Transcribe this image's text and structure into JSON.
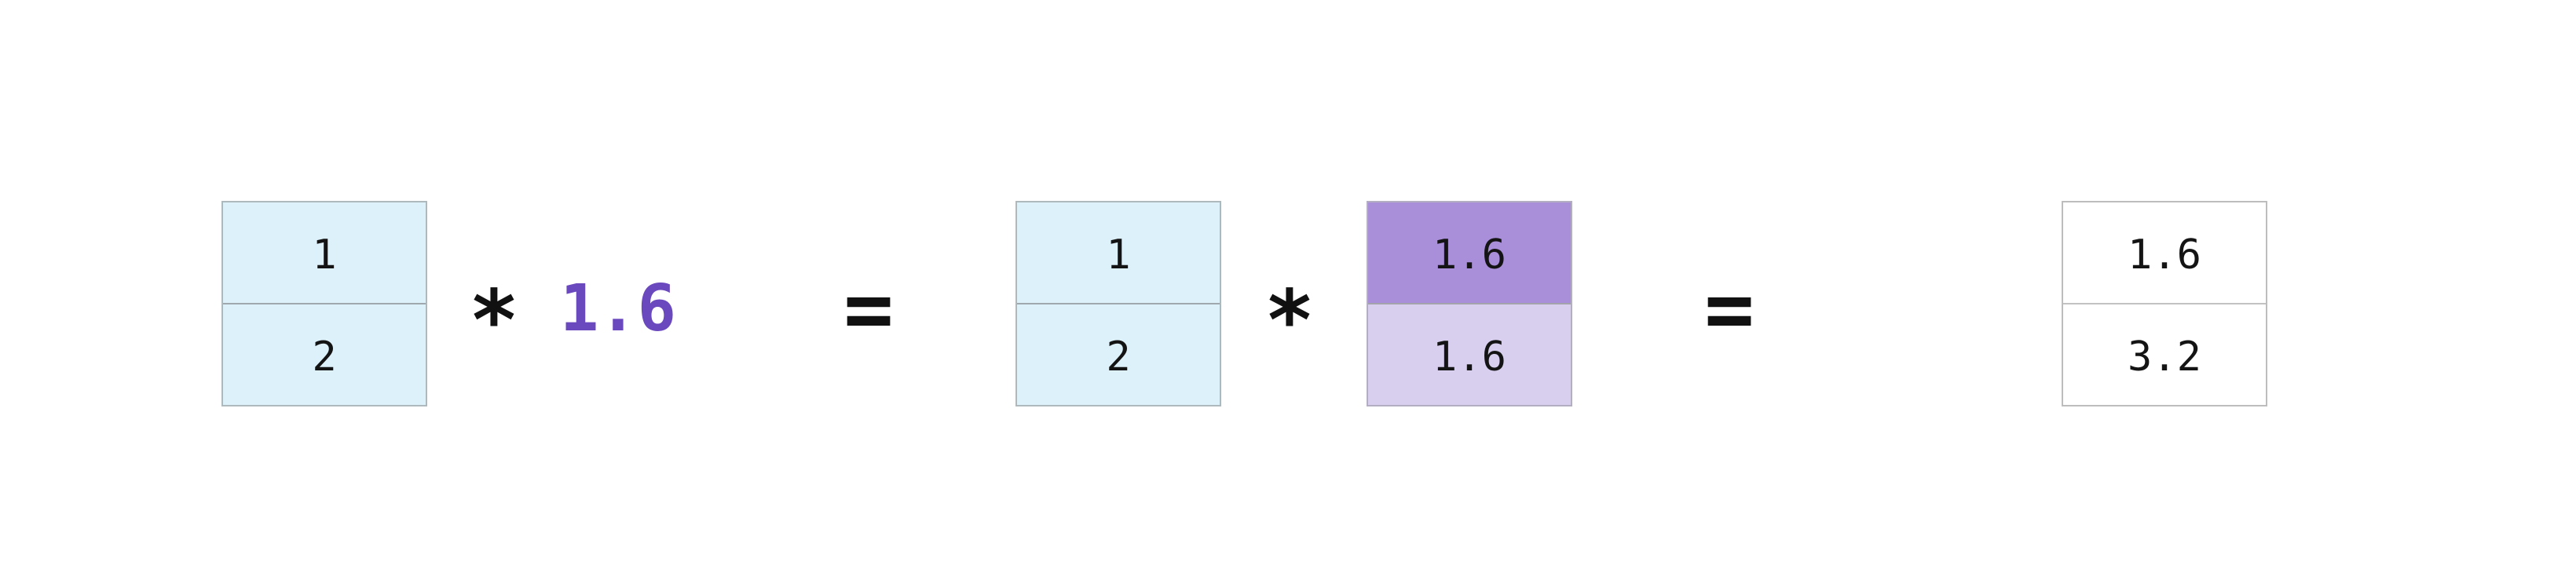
{
  "diagram": {
    "description": "scalar broadcasting multiplication",
    "input_vector": [
      "1",
      "2"
    ],
    "scalar": "1.6",
    "input_vector_repeat": [
      "1",
      "2"
    ],
    "broadcast_vector": [
      "1.6",
      "1.6"
    ],
    "result_vector": [
      "1.6",
      "3.2"
    ],
    "multiply_symbol": "*",
    "equals_symbol": "="
  },
  "colors": {
    "vector_cell_blue": "#ddf1fb",
    "vector_border_blue": "#aeb9be",
    "broadcast_cell_dark_purple": "#a98fd9",
    "broadcast_cell_light_purple": "#d8cfee",
    "result_cell_white": "#ffffff",
    "result_border_gray": "#bdbdbd",
    "scalar_text_purple": "#6a48bd",
    "number_text": "#141414",
    "operator_text": "#111111",
    "background": "#ffffff"
  }
}
